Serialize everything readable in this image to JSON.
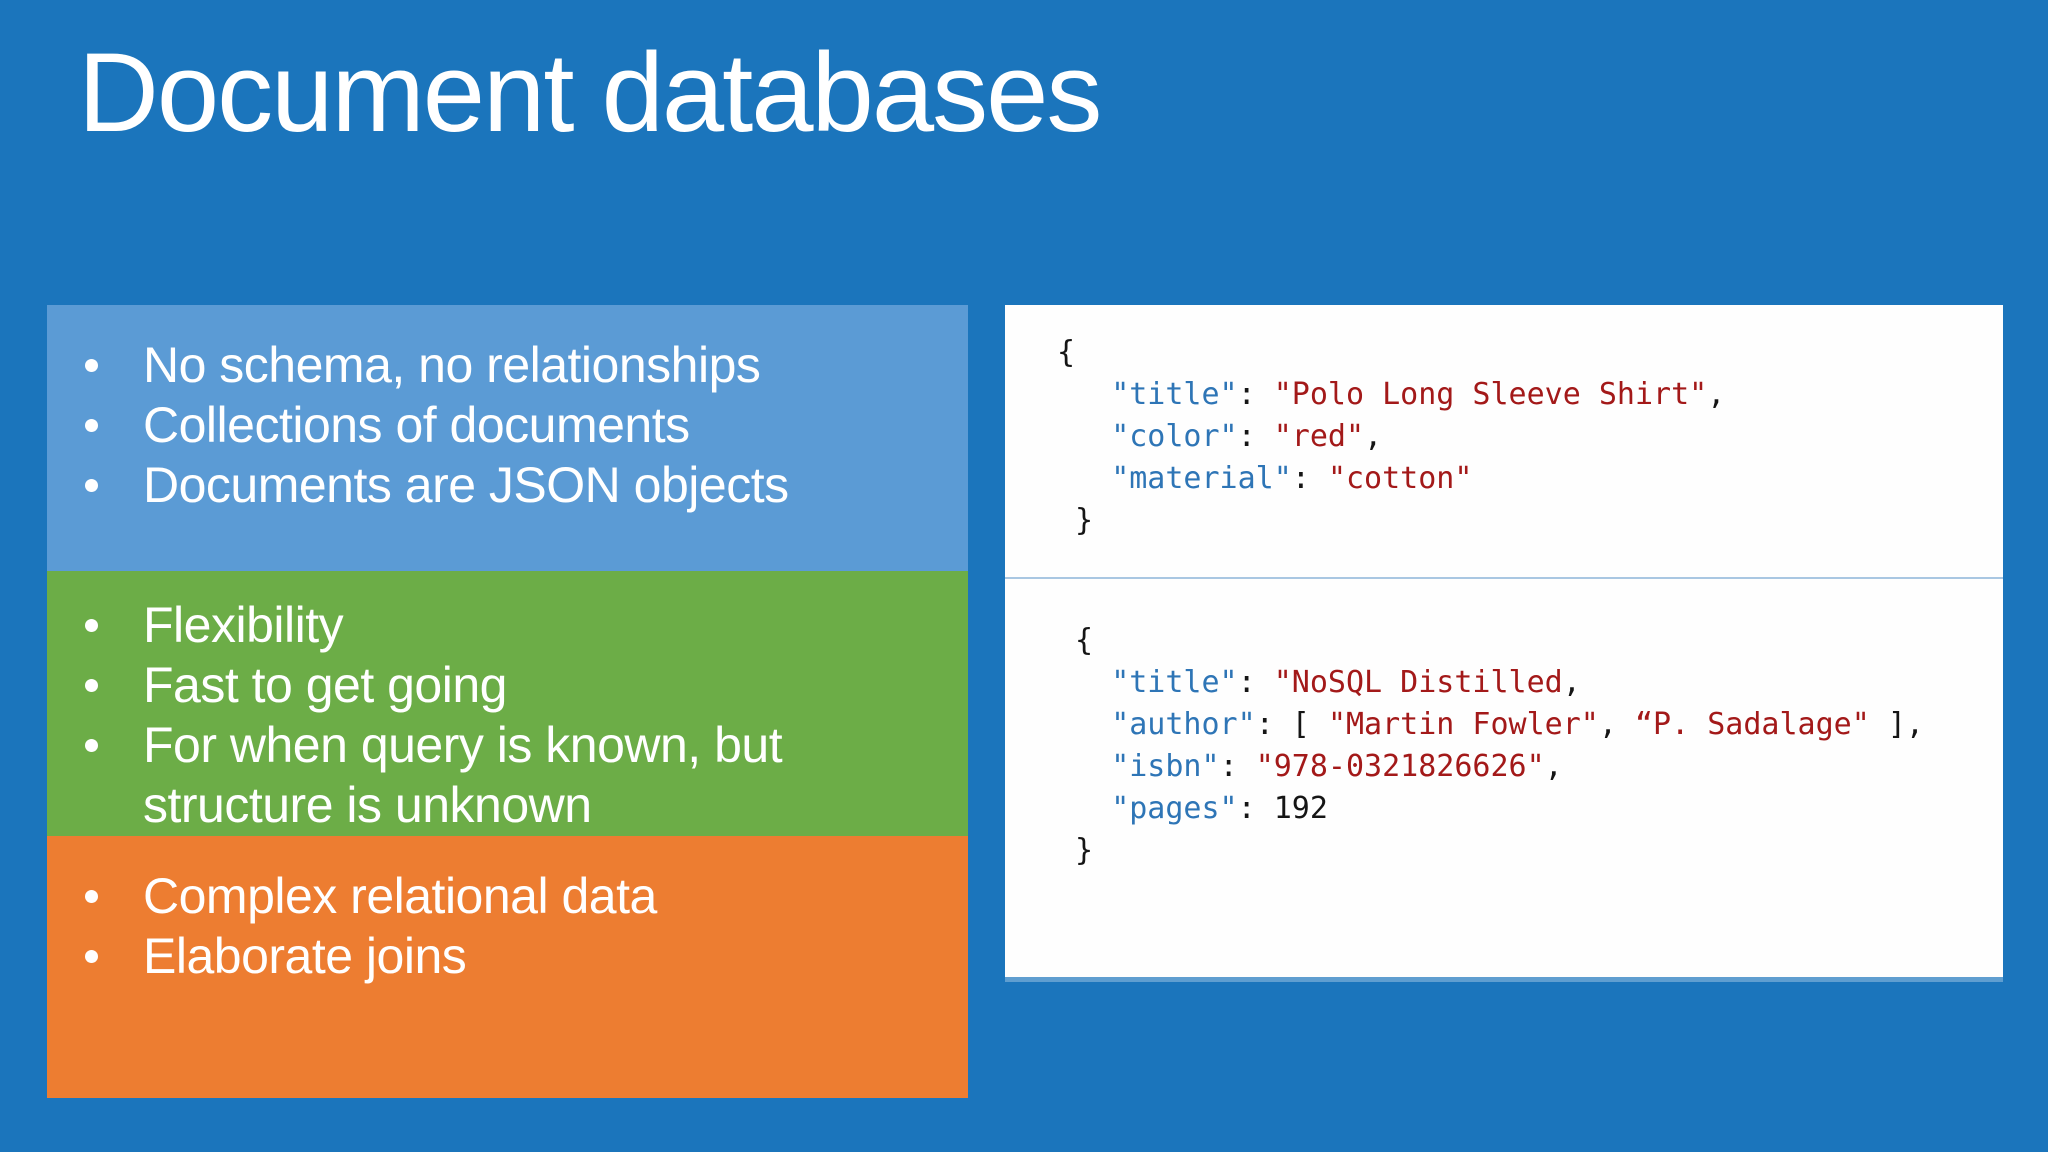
{
  "slide": {
    "title": "Document databases"
  },
  "colors": {
    "background": "#1B75BC",
    "box_blue": "#5B9BD5",
    "box_green": "#6CAD47",
    "box_orange": "#ED7D31",
    "panel_bg": "#FEFEFE",
    "divider": "#A9C7E2",
    "code_key": "#2E75B6",
    "code_string": "#A31919",
    "code_plain": "#151515",
    "text_light": "#FFFFFF"
  },
  "bullet_boxes": [
    {
      "name": "characteristics",
      "color": "box_blue",
      "items": [
        "No schema, no relationships",
        "Collections of documents",
        "Documents are JSON objects"
      ]
    },
    {
      "name": "strengths",
      "color": "box_green",
      "items": [
        "Flexibility",
        "Fast to get going",
        "For when query is known, but structure is unknown"
      ]
    },
    {
      "name": "weaknesses",
      "color": "box_orange",
      "items": [
        "Complex relational data",
        "Elaborate joins"
      ]
    }
  ],
  "code_panel": {
    "blocks": [
      {
        "name": "shirt-document",
        "lines": [
          [
            [
              "p",
              "{"
            ]
          ],
          [
            [
              "p",
              "   "
            ],
            [
              "k",
              "\"title\""
            ],
            [
              "p",
              ": "
            ],
            [
              "s",
              "\"Polo Long Sleeve Shirt\""
            ],
            [
              "p",
              ","
            ]
          ],
          [
            [
              "p",
              "   "
            ],
            [
              "k",
              "\"color\""
            ],
            [
              "p",
              ": "
            ],
            [
              "s",
              "\"red\""
            ],
            [
              "p",
              ","
            ]
          ],
          [
            [
              "p",
              "   "
            ],
            [
              "k",
              "\"material\""
            ],
            [
              "p",
              ": "
            ],
            [
              "s",
              "\"cotton\""
            ]
          ],
          [
            [
              "p",
              " }"
            ]
          ]
        ]
      },
      {
        "name": "book-document",
        "lines": [
          [
            [
              "p",
              " {"
            ]
          ],
          [
            [
              "p",
              "   "
            ],
            [
              "k",
              "\"title\""
            ],
            [
              "p",
              ": "
            ],
            [
              "s",
              "\"NoSQL Distilled"
            ],
            [
              "p",
              ","
            ]
          ],
          [
            [
              "p",
              "   "
            ],
            [
              "k",
              "\"author\""
            ],
            [
              "p",
              ": [ "
            ],
            [
              "s",
              "\"Martin Fowler\""
            ],
            [
              "p",
              ", "
            ],
            [
              "s",
              "“P. Sadalage\""
            ],
            [
              "p",
              " ],"
            ]
          ],
          [
            [
              "p",
              "   "
            ],
            [
              "k",
              "\"isbn\""
            ],
            [
              "p",
              ": "
            ],
            [
              "s",
              "\"978-0321826626\""
            ],
            [
              "p",
              ","
            ]
          ],
          [
            [
              "p",
              "   "
            ],
            [
              "k",
              "\"pages\""
            ],
            [
              "p",
              ": "
            ],
            [
              "n",
              "192"
            ]
          ],
          [
            [
              "p",
              " }"
            ]
          ]
        ]
      }
    ]
  }
}
